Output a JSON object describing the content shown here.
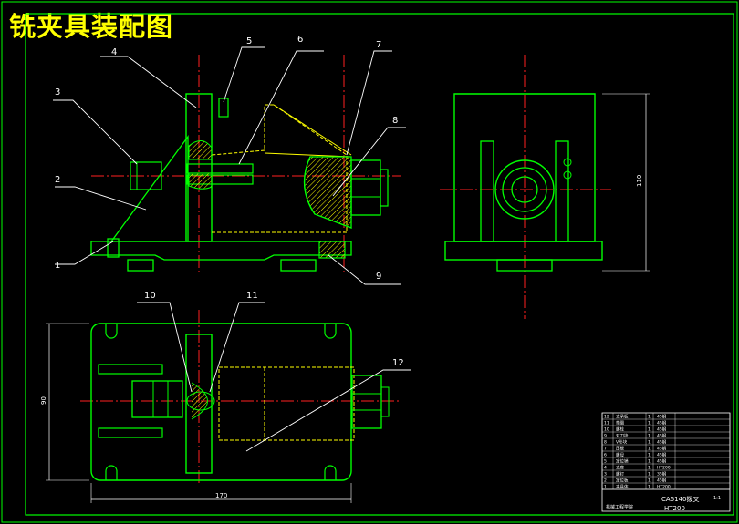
{
  "drawing": {
    "title": "铣夹具装配图",
    "balloons": [
      "1",
      "2",
      "3",
      "4",
      "5",
      "6",
      "7",
      "8",
      "9",
      "10",
      "11",
      "12"
    ],
    "dimensions": {
      "bottom_width": "170",
      "left_height": "90",
      "side_height": "110"
    },
    "colors": {
      "background": "#000000",
      "frame": "#00ff00",
      "outline": "#00ff00",
      "centerline": "#ff2020",
      "leader": "#ffffff",
      "hidden": "#ffff00",
      "hatch": "#ffff00",
      "title": "#ffff00"
    }
  },
  "title_block": {
    "part_rows": [
      {
        "no": "12",
        "name": "支承板",
        "qty": "1",
        "material": "45钢"
      },
      {
        "no": "11",
        "name": "垫圈",
        "qty": "1",
        "material": "45钢"
      },
      {
        "no": "10",
        "name": "螺栓",
        "qty": "1",
        "material": "45钢"
      },
      {
        "no": "9",
        "name": "对刀块",
        "qty": "1",
        "material": "45钢"
      },
      {
        "no": "8",
        "name": "V形块",
        "qty": "1",
        "material": "45钢"
      },
      {
        "no": "7",
        "name": "压板",
        "qty": "1",
        "material": "45钢"
      },
      {
        "no": "6",
        "name": "螺母",
        "qty": "1",
        "material": "45钢"
      },
      {
        "no": "5",
        "name": "定位销",
        "qty": "1",
        "material": "45钢"
      },
      {
        "no": "4",
        "name": "支座",
        "qty": "1",
        "material": "HT200"
      },
      {
        "no": "3",
        "name": "螺钉",
        "qty": "1",
        "material": "35钢"
      },
      {
        "no": "2",
        "name": "定位板",
        "qty": "1",
        "material": "45钢"
      },
      {
        "no": "1",
        "name": "夹具体",
        "qty": "1",
        "material": "HT200"
      }
    ],
    "drawing_name": "CA6140拨叉",
    "material_main": "HT200",
    "school": "机械工程学院",
    "scale": "1:1"
  }
}
